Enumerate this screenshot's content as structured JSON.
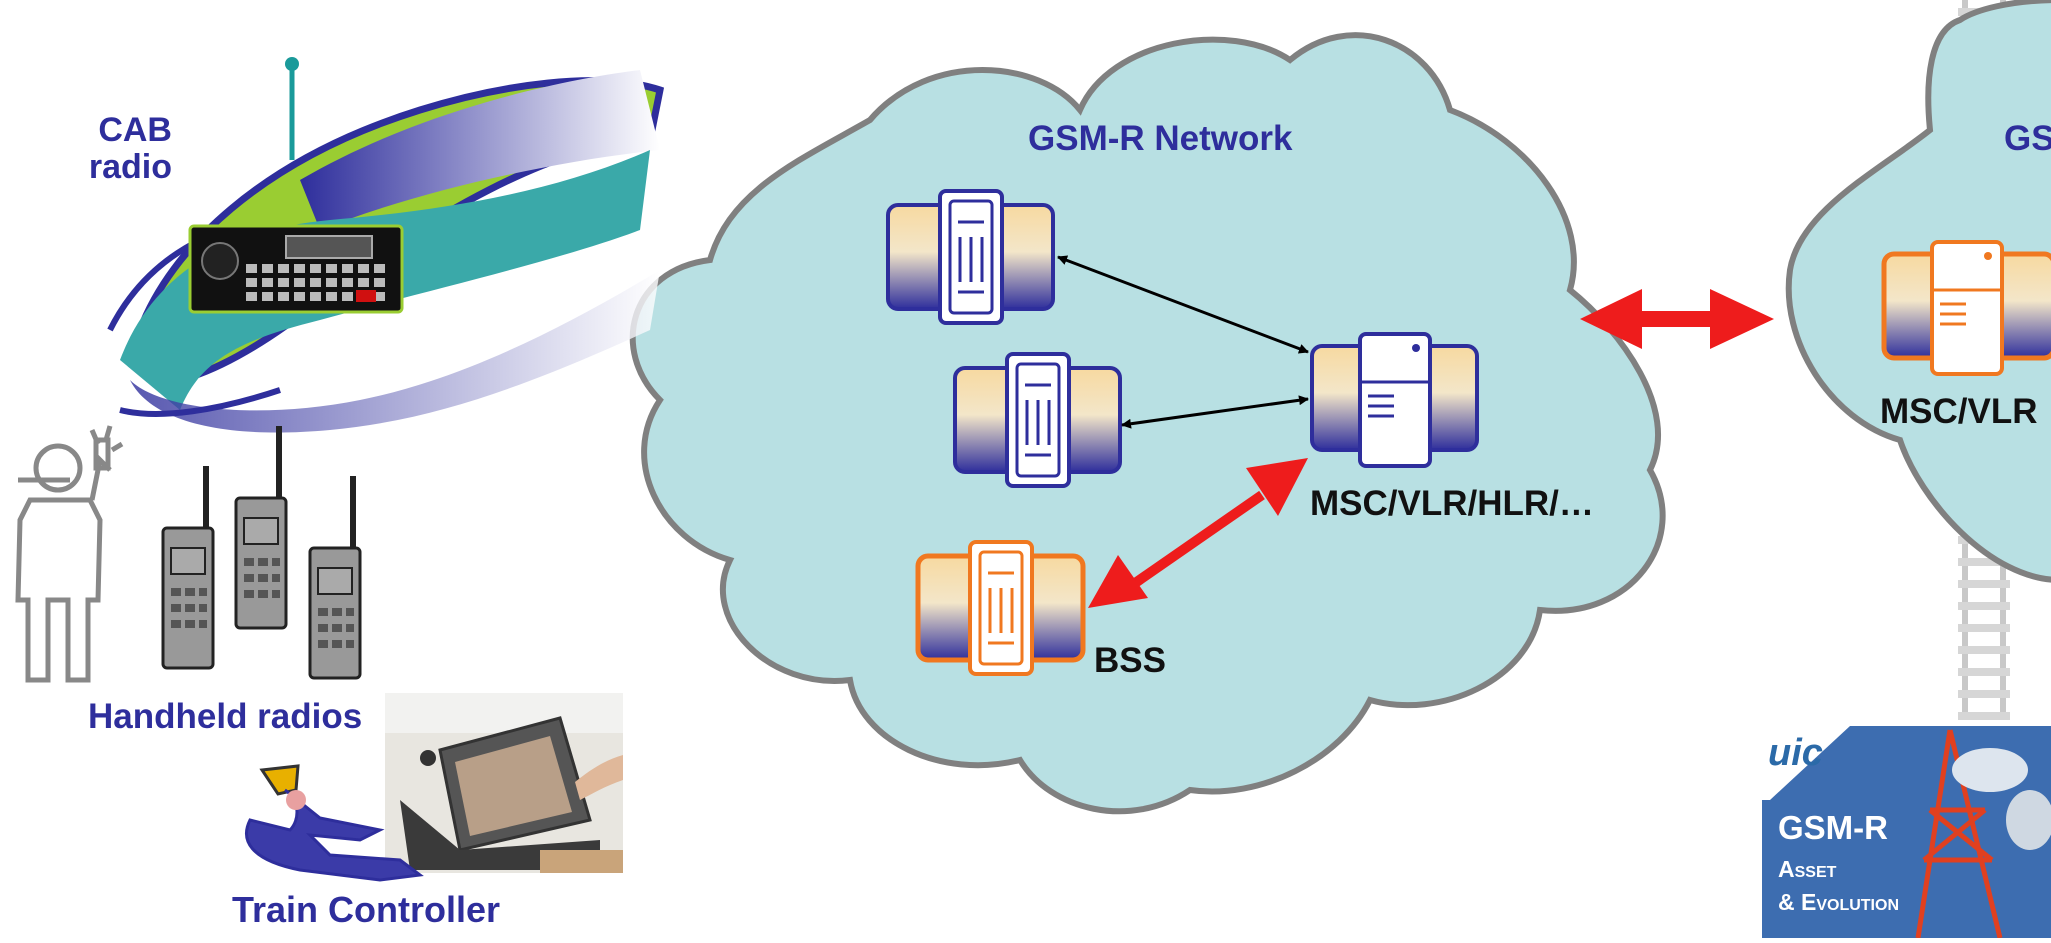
{
  "labels": {
    "cab_radio_line1": "CAB",
    "cab_radio_line2": "radio",
    "handheld_radios": "Handheld radios",
    "train_controller": "Train Controller",
    "network_name": "GSM-R Network",
    "msc_main": "MSC/VLR/HLR/…",
    "bss": "BSS",
    "msc_right": "MSC/VLR",
    "network_right_partial": "GS"
  },
  "uic_badge": {
    "logo": "uic",
    "title": "GSM-R",
    "subtitle_line1": "Asset",
    "subtitle_line2": "& Evolution"
  },
  "colors": {
    "cloud_fill": "#b8e0e3",
    "cloud_stroke": "#808080",
    "label_blue": "#2e2e9c",
    "red_arrow": "#ee1c1c",
    "orange_node": "#f07820",
    "navy_node": "#2e2e9c",
    "train_green": "#9acd32",
    "train_teal": "#3aa9a9"
  }
}
